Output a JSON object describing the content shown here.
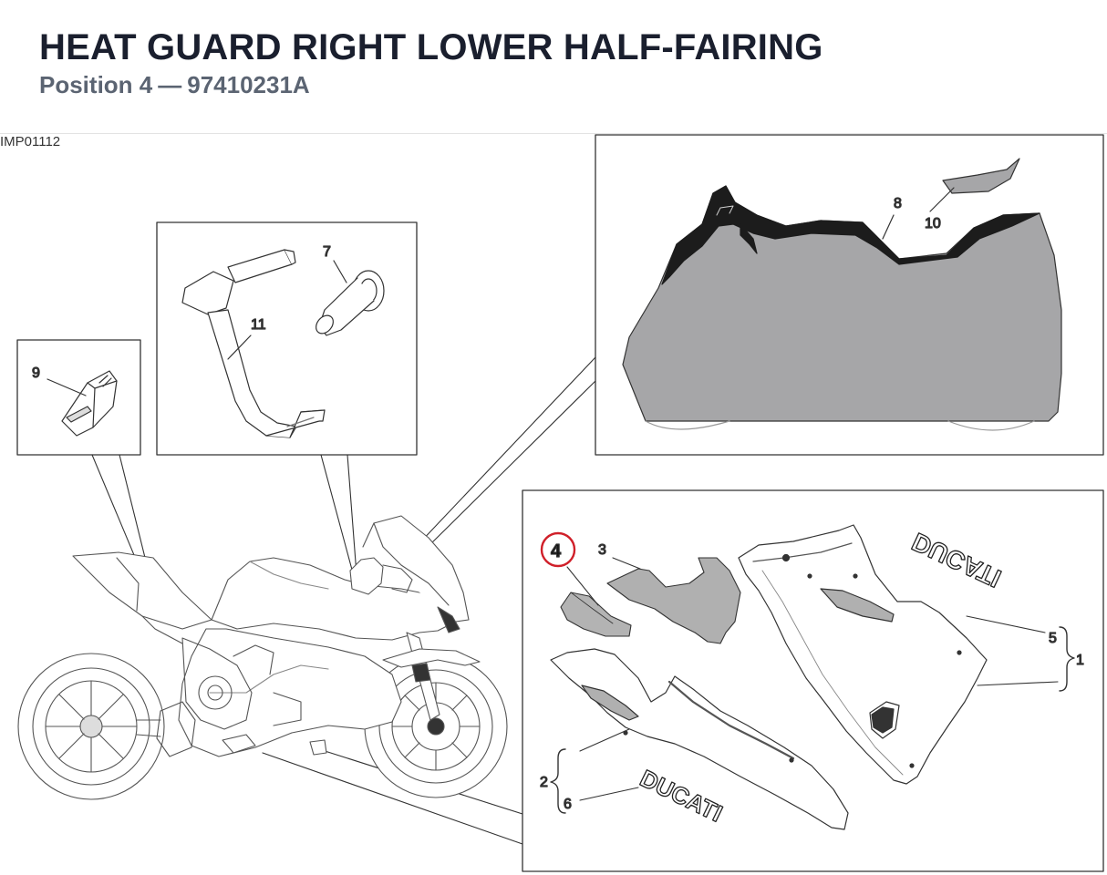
{
  "header": {
    "title": "HEAT GUARD RIGHT LOWER HALF-FAIRING",
    "position_label": "Position 4",
    "separator": "—",
    "part_number": "97410231A"
  },
  "diagram": {
    "image_code": "IMP01112",
    "highlighted_position": "4",
    "callouts": {
      "c1": "1",
      "c2": "2",
      "c3": "3",
      "c4": "4",
      "c5": "5",
      "c6": "6",
      "c7": "7",
      "c8": "8",
      "c9": "9",
      "c10": "10",
      "c11": "11"
    },
    "logo_text": "DUCATI",
    "colors": {
      "highlight_ring": "#d0202a",
      "cover_fill": "#a6a6a8",
      "cover_dark": "#1c1c1c",
      "outline": "#333333"
    }
  }
}
